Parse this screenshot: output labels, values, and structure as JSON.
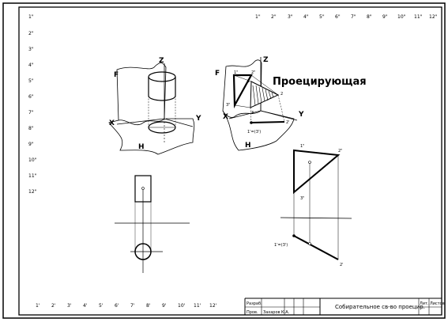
{
  "sheet": {
    "left_numbers": [
      "1\"",
      "2\"",
      "3\"",
      "4\"",
      "5\"",
      "6\"",
      "7\"",
      "8\"",
      "9\"",
      "10\"",
      "11\"",
      "12\""
    ],
    "top_numbers": [
      "1\"",
      "2\"",
      "3\"",
      "4\"",
      "5\"",
      "6\"",
      "7\"",
      "8\"",
      "9\"",
      "10\"",
      "11\"",
      "12\""
    ],
    "bottom_numbers": [
      "1'",
      "2'",
      "3'",
      "4'",
      "5'",
      "6'",
      "7'",
      "8'",
      "9'",
      "10'",
      "11'",
      "12'"
    ]
  },
  "heading": "Проецирующая",
  "fig1": {
    "f": "F",
    "z": "Z",
    "x": "X",
    "y": "Y",
    "h": "H"
  },
  "fig2": {
    "f": "F",
    "z": "Z",
    "x": "X",
    "y": "Y",
    "h": "H",
    "p1pp": "1\"",
    "p2pp": "2\"",
    "p3pp": "3\"",
    "p1": "1",
    "p2": "2",
    "p3": "3",
    "p2p": "2'",
    "p13": "1'=(3')"
  },
  "proj2": {
    "p1pp": "1\"",
    "p2pp": "2\"",
    "p3pp": "3\"",
    "p13": "1'=(3')",
    "p2p": "2'"
  },
  "title_block": {
    "r1": "Разраб.",
    "r2": "Пров.",
    "name": "Захаров К.А.",
    "caption": "Собирательное св-во проецир.",
    "lit": "Лит.",
    "sheet": "Листов"
  }
}
